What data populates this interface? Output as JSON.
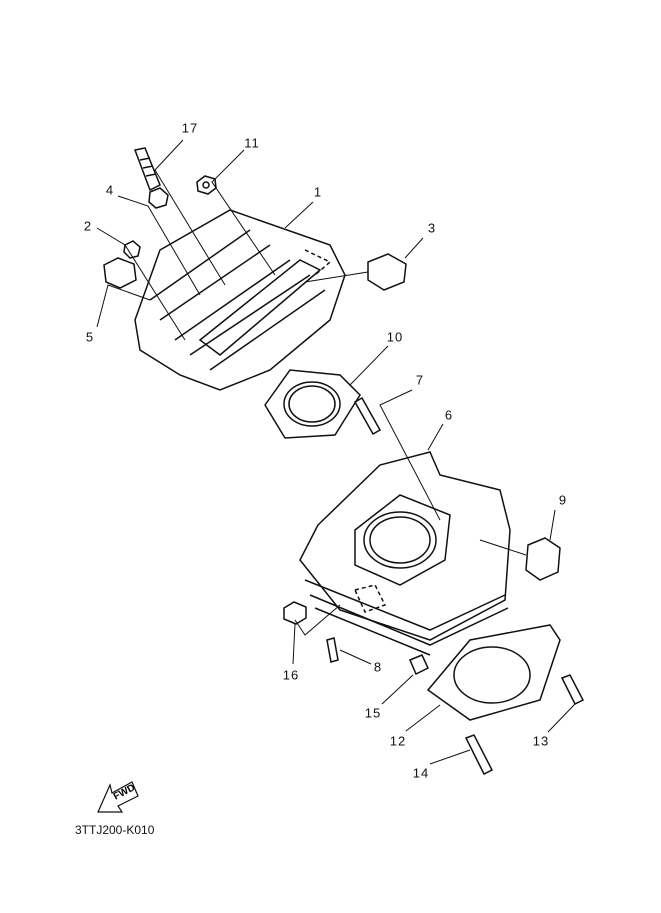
{
  "diagram_code": "3TTJ200-K010",
  "fwd_label": "FWD",
  "callouts": [
    "17",
    "11",
    "1",
    "4",
    "2",
    "3",
    "5",
    "10",
    "7",
    "6",
    "9",
    "16",
    "8",
    "15",
    "12",
    "13",
    "14"
  ]
}
